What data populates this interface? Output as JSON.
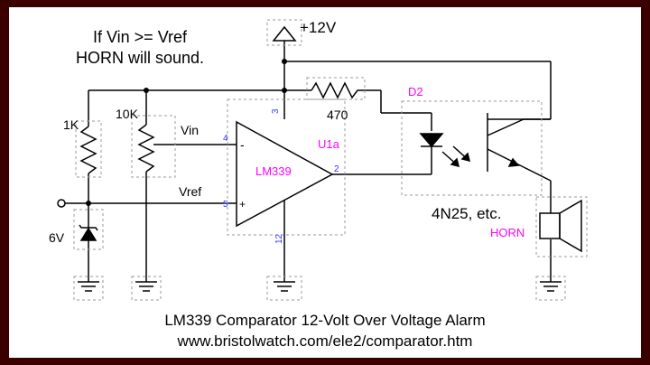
{
  "diagram": {
    "condition_line1": "If Vin >= Vref",
    "condition_line2": "HORN will sound.",
    "supply_label": "+12V",
    "resistor_1k": "1K",
    "pot_10k": "10K",
    "vin_label": "Vin",
    "vref_label": "Vref",
    "zener_label": "6V",
    "resistor_470": "470",
    "ic_name": "LM339",
    "ic_ref": "U1a",
    "pin4": "4",
    "pin5": "5",
    "pin2": "2",
    "pin3": "3",
    "pin12": "12",
    "pin_minus": "-",
    "pin_plus": "+",
    "opto_ref": "D2",
    "opto_part": "4N25, etc.",
    "horn_label": "HORN",
    "caption_line1": "LM339 Comparator 12-Volt Over Voltage Alarm",
    "caption_line2": "www.bristolwatch.com/ele2/comparator.htm"
  },
  "colors": {
    "border": "#3a0000",
    "wire": "#000000",
    "pin_blue": "#3333ff",
    "magenta": "#ff00ff",
    "dotted": "#9a9a9a"
  }
}
